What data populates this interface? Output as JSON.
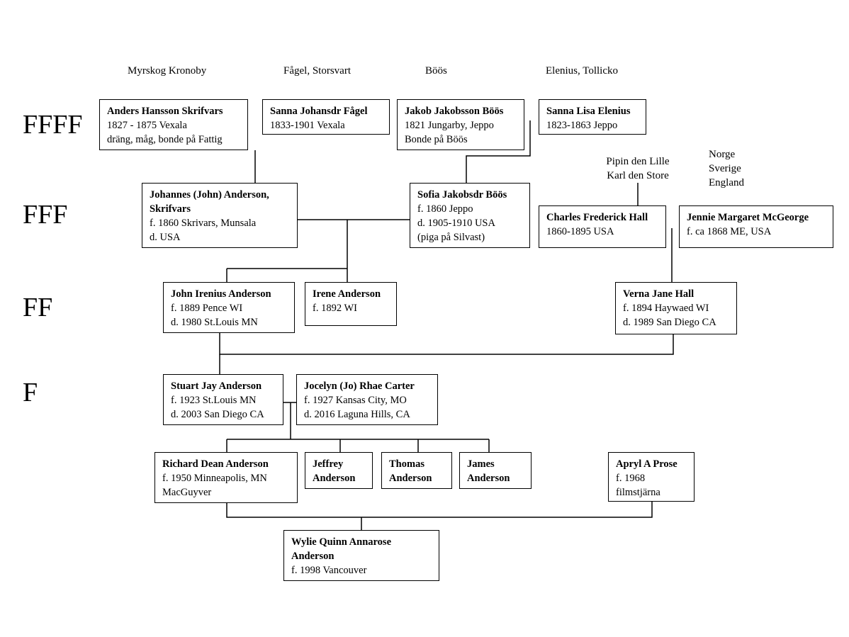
{
  "generations": [
    "FFFF",
    "FFF",
    "FF",
    "F"
  ],
  "origins": [
    "Myrskog Kronoby",
    "Fågel, Storsvart",
    "Böös",
    "Elenius, Tollicko"
  ],
  "notes": {
    "royals": [
      "Pipin den Lille",
      "Karl den Store"
    ],
    "countries": [
      "Norge",
      "Sverige",
      "England"
    ]
  },
  "people": {
    "anders": {
      "name": "Anders Hansson Skrifvars",
      "lines": [
        "1827 - 1875 Vexala",
        "dräng, måg, bonde på Fattig"
      ]
    },
    "sanna_f": {
      "name": "Sanna Johansdr Fågel",
      "lines": [
        "1833-1901 Vexala"
      ]
    },
    "jakob": {
      "name": "Jakob Jakobsson Böös",
      "lines": [
        "1821 Jungarby, Jeppo",
        "Bonde på Böös"
      ]
    },
    "sanna_e": {
      "name": "Sanna Lisa Elenius",
      "lines": [
        "1823-1863 Jeppo"
      ]
    },
    "johannes": {
      "name": "Johannes (John) Anderson, Skrifvars",
      "lines": [
        "f. 1860 Skrivars, Munsala",
        "d. USA"
      ]
    },
    "sofia": {
      "name": "Sofia Jakobsdr Böös",
      "lines": [
        "f. 1860 Jeppo",
        "d. 1905-1910 USA",
        "(piga på Silvast)"
      ]
    },
    "charles": {
      "name": "Charles Frederick Hall",
      "lines": [
        "1860-1895 USA"
      ]
    },
    "jennie": {
      "name": "Jennie Margaret McGeorge",
      "lines": [
        "f. ca 1868 ME, USA"
      ]
    },
    "john_i": {
      "name": "John Irenius Anderson",
      "lines": [
        "f. 1889 Pence WI",
        "d. 1980 St.Louis MN"
      ]
    },
    "irene": {
      "name": "Irene Anderson",
      "lines": [
        "f. 1892 WI"
      ]
    },
    "verna": {
      "name": "Verna Jane Hall",
      "lines": [
        "f. 1894 Haywaed WI",
        "d. 1989 San Diego CA"
      ]
    },
    "stuart": {
      "name": "Stuart Jay Anderson",
      "lines": [
        "f. 1923 St.Louis MN",
        "d. 2003 San Diego CA"
      ]
    },
    "jocelyn": {
      "name": "Jocelyn (Jo) Rhae Carter",
      "lines": [
        "f. 1927 Kansas City, MO",
        "d. 2016 Laguna Hills, CA"
      ]
    },
    "richard": {
      "name": "Richard Dean Anderson",
      "lines": [
        "f. 1950 Minneapolis, MN",
        "MacGuyver"
      ]
    },
    "jeffrey": {
      "name": "Jeffrey Anderson",
      "lines": []
    },
    "thomas": {
      "name": "Thomas Anderson",
      "lines": []
    },
    "james": {
      "name": "James Anderson",
      "lines": []
    },
    "apryl": {
      "name": "Apryl A Prose",
      "lines": [
        "f. 1968",
        "filmstjärna"
      ]
    },
    "wylie": {
      "name": "Wylie Quinn Annarose Anderson",
      "lines": [
        "f. 1998 Vancouver"
      ]
    }
  }
}
